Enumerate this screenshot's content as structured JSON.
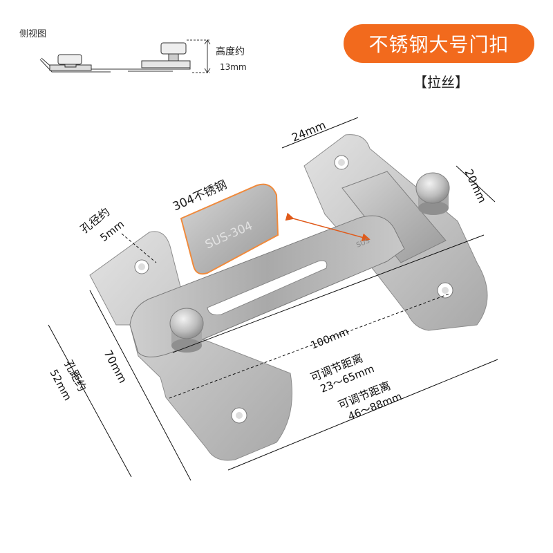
{
  "side_view": {
    "title": "侧视图",
    "height_label": "高度约",
    "height_value": "13mm"
  },
  "badge": {
    "text": "不锈钢大号门扣",
    "color": "#f26a1d"
  },
  "finish": "【拉丝】",
  "material": {
    "label": "304不锈钢",
    "stamp": "SUS-304"
  },
  "dimensions": {
    "width_top": "24mm",
    "width_right": "20mm",
    "hole_label": "孔径约",
    "hole_value": "5mm",
    "length": "100mm",
    "adjust_label_1": "可调节距离",
    "adjust_value_1": "23～65mm",
    "adjust_label_2": "可调节距离",
    "adjust_value_2": "46～88mm",
    "plate_height": "70mm",
    "hole_distance_label": "孔距约",
    "hole_distance_value": "52mm"
  }
}
